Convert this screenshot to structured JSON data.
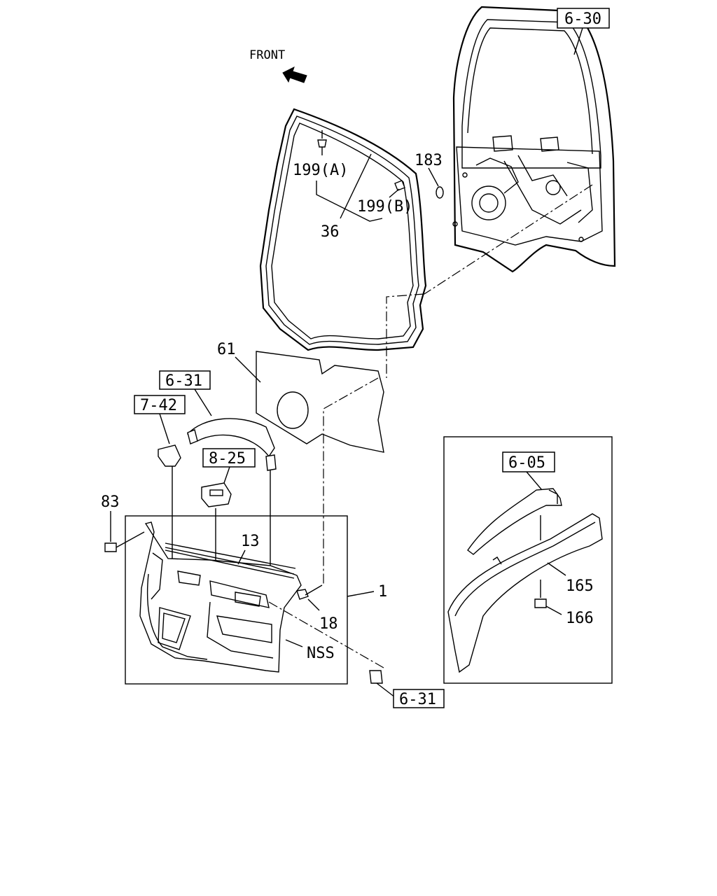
{
  "front_label": "FRONT",
  "refs": {
    "r630": "6-30",
    "r631_top": "6-31",
    "r742": "7-42",
    "r825": "8-25",
    "r605": "6-05",
    "r631_bottom": "6-31"
  },
  "parts": {
    "p183": "183",
    "p199a": "199(A)",
    "p199b": "199(B)",
    "p36": "36",
    "p61": "61",
    "p83": "83",
    "p13": "13",
    "p1": "1",
    "p18": "18",
    "pnss": "NSS",
    "p165": "165",
    "p166": "166"
  }
}
